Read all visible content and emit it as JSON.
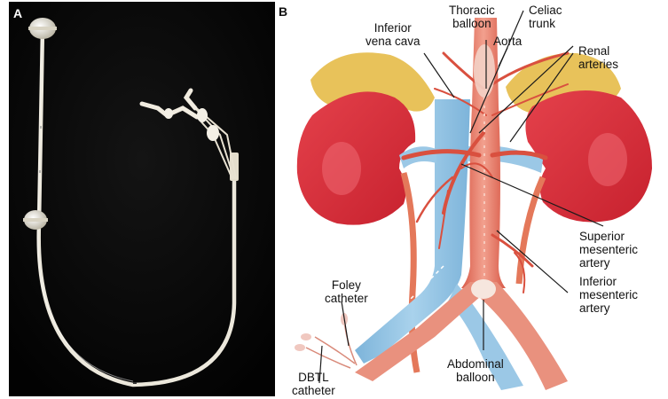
{
  "panels": {
    "a": {
      "letter": "A"
    },
    "b": {
      "letter": "B"
    }
  },
  "labels": {
    "thoracic_balloon": [
      "Thoracic",
      "balloon"
    ],
    "celiac_trunk": [
      "Celiac",
      "trunk"
    ],
    "inferior_vena_cava": [
      "Inferior",
      "vena cava"
    ],
    "aorta": [
      "Aorta"
    ],
    "renal_arteries": [
      "Renal",
      "arteries"
    ],
    "superior_mesenteric_artery": [
      "Superior",
      "mesenteric",
      "artery"
    ],
    "inferior_mesenteric_artery": [
      "Inferior",
      "mesenteric",
      "artery"
    ],
    "foley_catheter": [
      "Foley",
      "catheter"
    ],
    "dbtl_catheter": [
      "DBTL",
      "catheter"
    ],
    "abdominal_balloon": [
      "Abdominal",
      "balloon"
    ]
  },
  "colors": {
    "photo_background": "#050505",
    "catheter": "#ece8dc",
    "kidney": "#d8353f",
    "adrenal": "#e8c25a",
    "vein": "#8fc0e0",
    "artery": "#e06a55",
    "leader_line": "#1a1a1a"
  }
}
